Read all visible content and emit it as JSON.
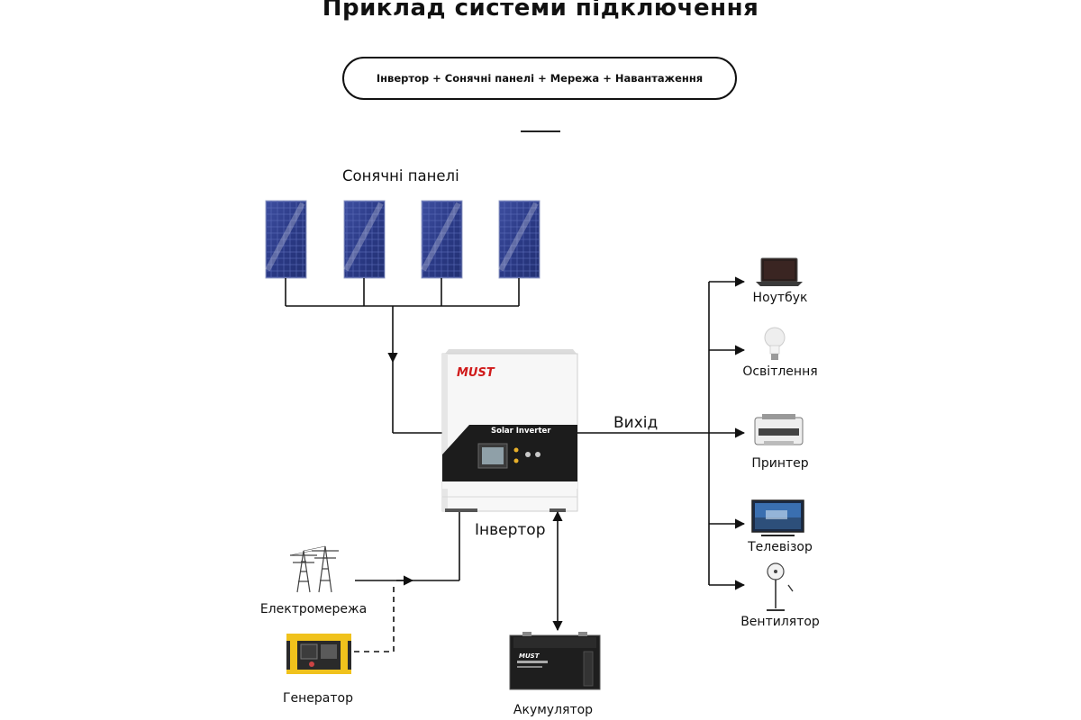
{
  "title": "Приклад системи підключення",
  "subtitle": "Інвертор + Сонячні панелі + Мережа + Навантаження",
  "labels": {
    "solar_panels": "Сонячні панелі",
    "output": "Вихід",
    "inverter": "Інвертор",
    "grid": "Електромережа",
    "generator": "Генератор",
    "battery": "Акумулятор"
  },
  "inverter_device": {
    "brand": "MUST",
    "model_text": "Solar Inverter"
  },
  "battery_device": {
    "brand": "MUST"
  },
  "loads": [
    {
      "name": "Ноутбук",
      "icon": "laptop-icon"
    },
    {
      "name": "Освітлення",
      "icon": "light-bulb-icon"
    },
    {
      "name": "Принтер",
      "icon": "printer-icon"
    },
    {
      "name": "Телевізор",
      "icon": "tv-icon"
    },
    {
      "name": "Вентилятор",
      "icon": "fan-icon"
    }
  ],
  "colors": {
    "panel_blue": "#2f3f8a",
    "brand_red": "#d01a1a",
    "wire": "#111111"
  }
}
